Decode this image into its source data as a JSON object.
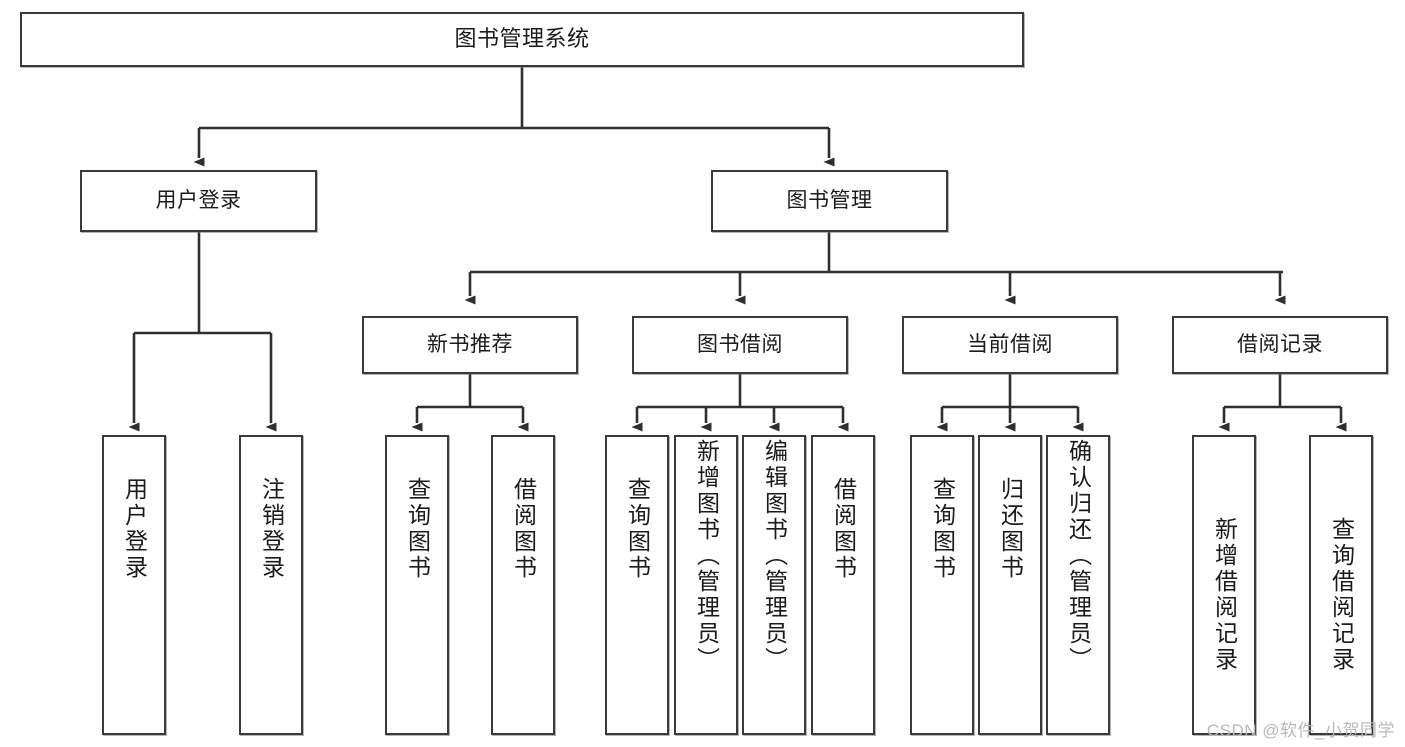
{
  "diagram": {
    "title": "图书管理系统",
    "type": "tree-hierarchy-chart",
    "root": {
      "id": "root",
      "label": "图书管理系统"
    },
    "level2": [
      {
        "id": "user-login",
        "label": "用户登录"
      },
      {
        "id": "book-management",
        "label": "图书管理"
      }
    ],
    "level3": [
      {
        "id": "new-book-recommend",
        "label": "新书推荐"
      },
      {
        "id": "book-borrow",
        "label": "图书借阅"
      },
      {
        "id": "current-borrow",
        "label": "当前借阅"
      },
      {
        "id": "borrow-record",
        "label": "借阅记录"
      }
    ],
    "leaves": {
      "user_login": [
        {
          "id": "leaf-user-login",
          "label": "用户登录"
        },
        {
          "id": "leaf-logout-login",
          "label": "注销登录"
        }
      ],
      "new_book_recommend": [
        {
          "id": "leaf-query-book-1",
          "label": "查询图书"
        },
        {
          "id": "leaf-borrow-book-1",
          "label": "借阅图书"
        }
      ],
      "book_borrow": [
        {
          "id": "leaf-query-book-2",
          "label": "查询图书"
        },
        {
          "id": "leaf-add-book",
          "label": "新增图书（管理员）"
        },
        {
          "id": "leaf-edit-book",
          "label": "编辑图书（管理员）"
        },
        {
          "id": "leaf-borrow-book-2",
          "label": "借阅图书"
        }
      ],
      "current_borrow": [
        {
          "id": "leaf-query-book-3",
          "label": "查询图书"
        },
        {
          "id": "leaf-return-book",
          "label": "归还图书"
        },
        {
          "id": "leaf-confirm-return",
          "label": "确认归还（管理员）"
        }
      ],
      "borrow_record": [
        {
          "id": "leaf-add-record",
          "label": "新增借阅记录"
        },
        {
          "id": "leaf-query-record",
          "label": "查询借阅记录"
        }
      ]
    }
  },
  "watermark": {
    "text": "CSDN @软件_小贺同学"
  },
  "colors": {
    "box_border": "#3a3a3a",
    "box_fill": "#ffffff",
    "edge": "#2f2f2f",
    "text": "#1b1b1b",
    "watermark": "#b9b9b9",
    "page_background": "#ffffff"
  }
}
